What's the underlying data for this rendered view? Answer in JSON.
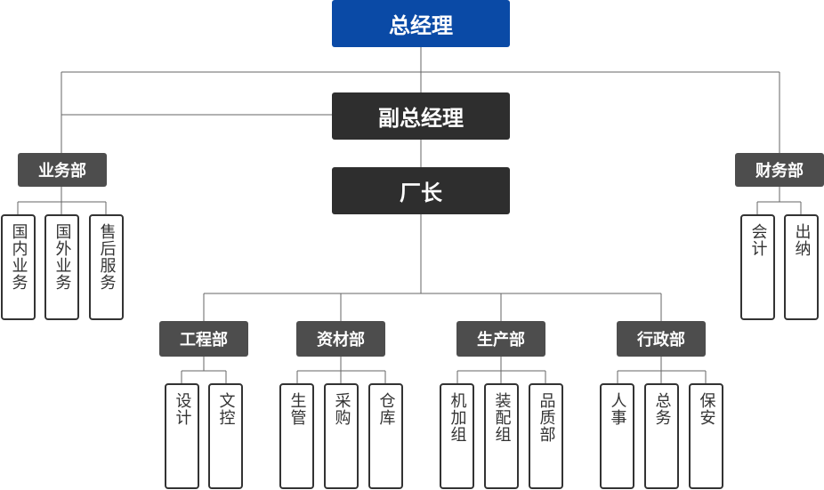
{
  "top": "总经理",
  "deputy": "副总经理",
  "factory_director": "厂长",
  "business_dept": {
    "label": "业务部",
    "children": [
      "国内业务",
      "国外业务",
      "售后服务"
    ]
  },
  "finance_dept": {
    "label": "财务部",
    "children": [
      "会计",
      "出纳"
    ]
  },
  "engineering_dept": {
    "label": "工程部",
    "children": [
      "设计",
      "文控"
    ]
  },
  "materials_dept": {
    "label": "资材部",
    "children": [
      "生管",
      "采购",
      "仓库"
    ]
  },
  "production_dept": {
    "label": "生产部",
    "children": [
      "机加组",
      "装配组",
      "品质部"
    ]
  },
  "admin_dept": {
    "label": "行政部",
    "children": [
      "人事",
      "总务",
      "保安"
    ]
  },
  "colors": {
    "top": "#0a4aa6",
    "exec": "#2e2e2e",
    "dept": "#4d4d4d",
    "line": "#666666"
  }
}
